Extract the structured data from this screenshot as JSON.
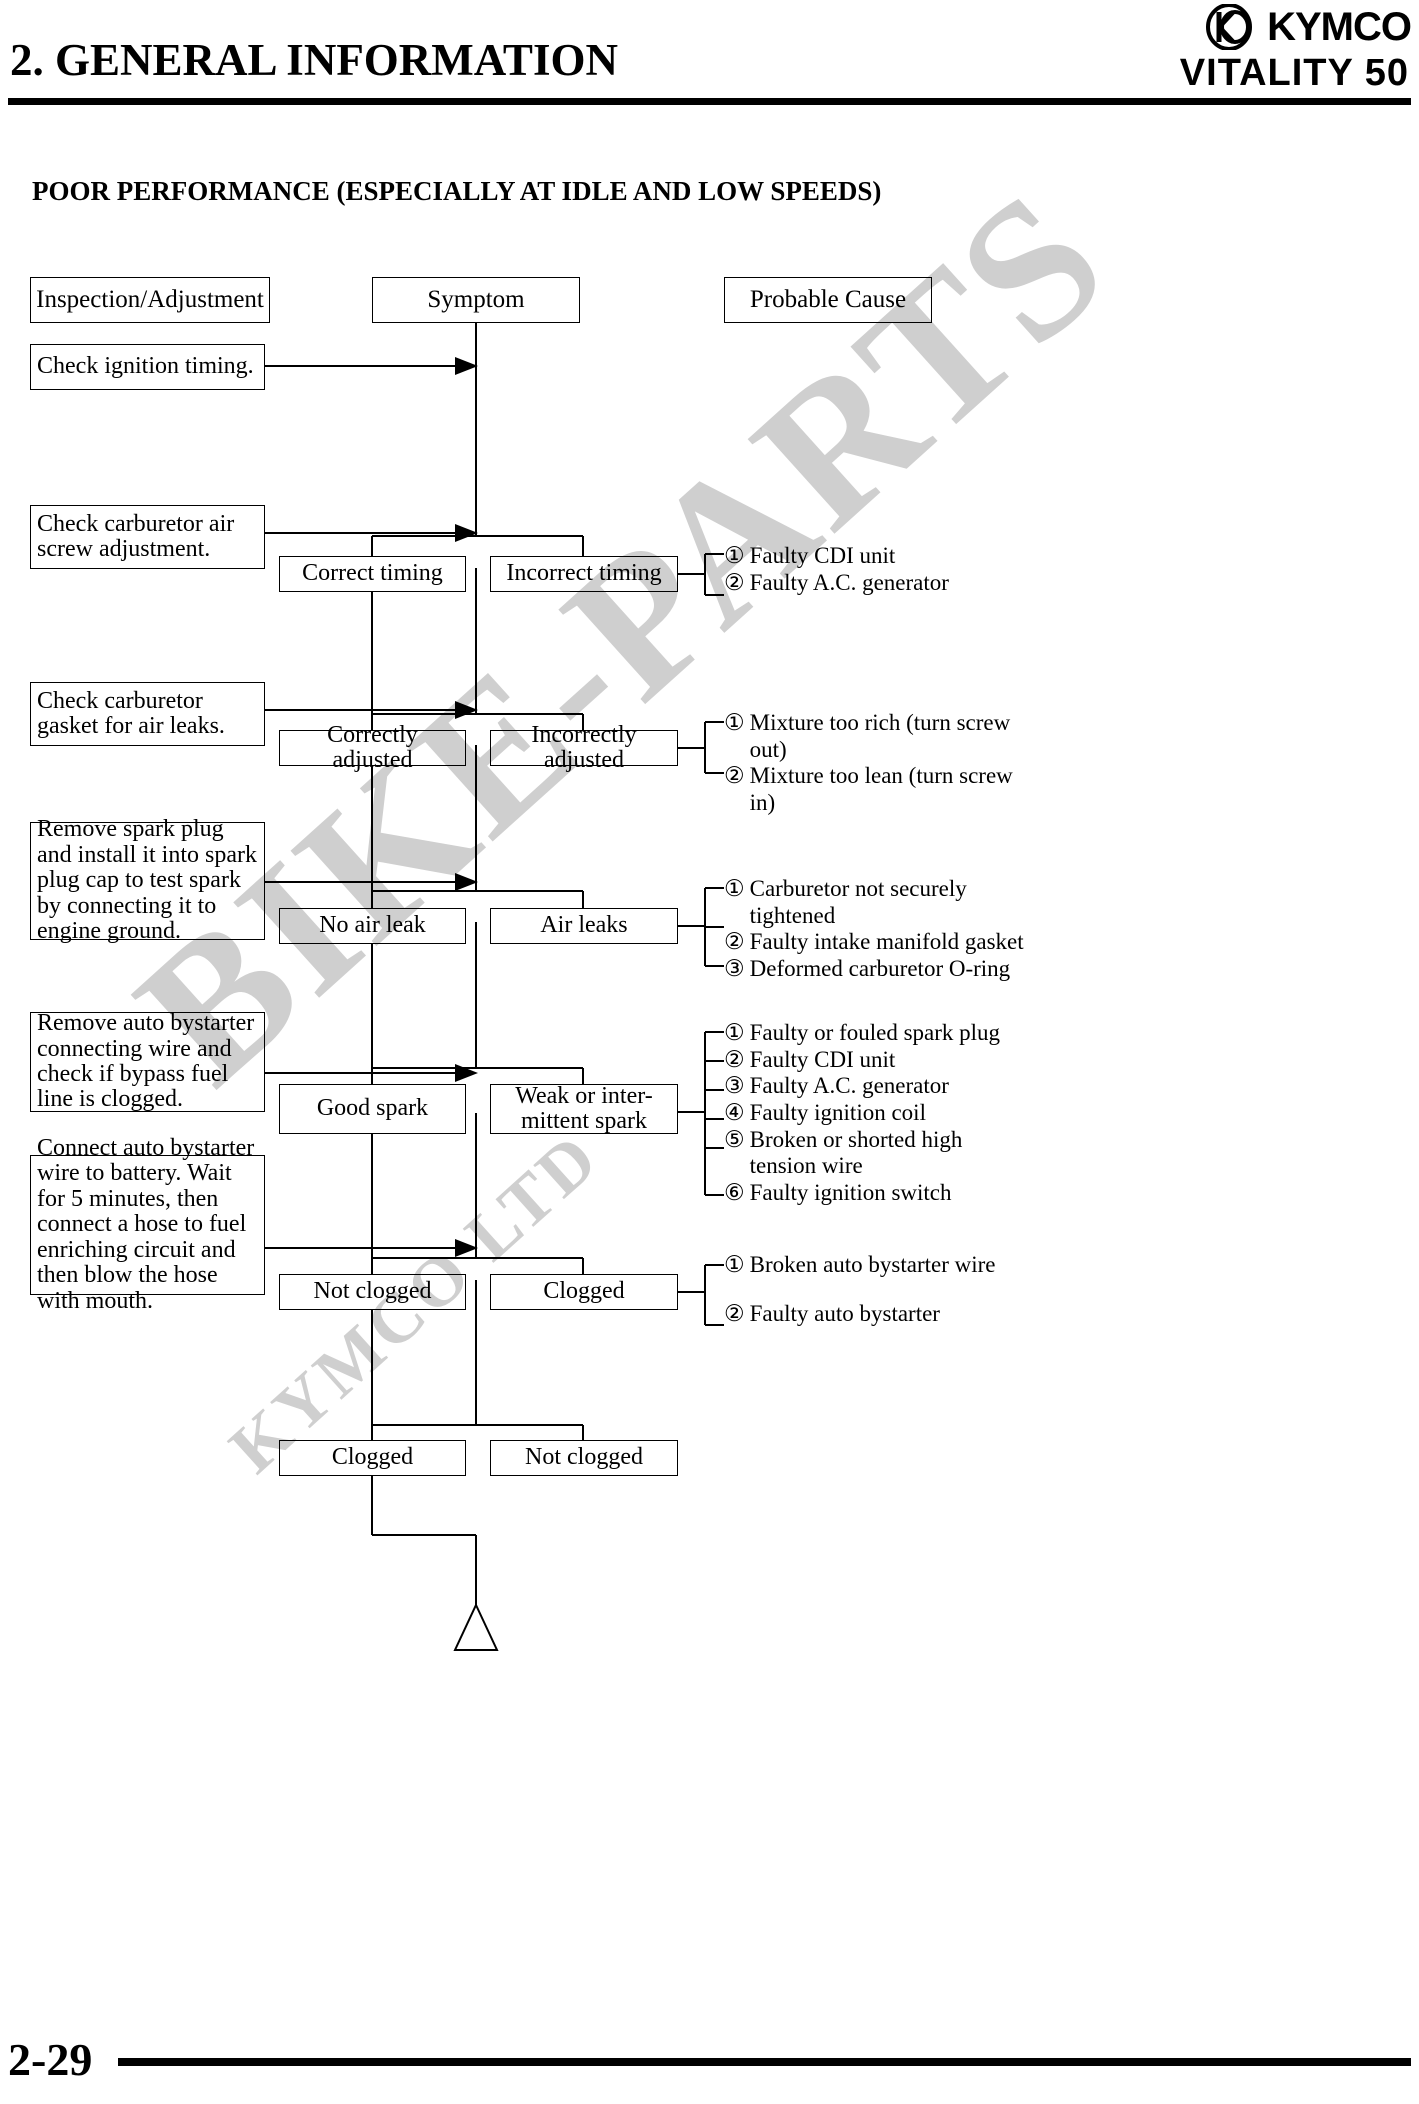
{
  "header": {
    "chapter_number": "2.",
    "chapter_title": "GENERAL INFORMATION",
    "brand": "KYMCO",
    "model": "VITALITY 50",
    "logo_icon": "kymco-logo-icon"
  },
  "section": {
    "heading": "POOR PERFORMANCE (ESPECIALLY AT IDLE AND LOW SPEEDS)"
  },
  "watermark": {
    "main": "BIKE-PARTS",
    "sub": "KYMCO LTD"
  },
  "columns": {
    "inspection": "Inspection/Adjustment",
    "symptom": "Symptom",
    "cause": "Probable Cause"
  },
  "steps": [
    {
      "inspection": "Check ignition timing.",
      "symptom_ok": "Correct timing",
      "symptom_bad": "Incorrect timing",
      "causes": [
        {
          "num": "①",
          "text": "Faulty CDI unit"
        },
        {
          "num": "②",
          "text": "Faulty A.C. generator"
        }
      ]
    },
    {
      "inspection": "Check carburetor air screw adjustment.",
      "symptom_ok": "Correctly adjusted",
      "symptom_bad": "Incorrectly adjusted",
      "causes": [
        {
          "num": "①",
          "text": "Mixture too rich (turn screw out)"
        },
        {
          "num": "②",
          "text": "Mixture too lean (turn screw in)"
        }
      ]
    },
    {
      "inspection": "Check carburetor gasket for air leaks.",
      "symptom_ok": "No air leak",
      "symptom_bad": "Air leaks",
      "causes": [
        {
          "num": "①",
          "text": "Carburetor not securely tightened"
        },
        {
          "num": "②",
          "text": "Faulty intake manifold gasket"
        },
        {
          "num": "③",
          "text": "Deformed carburetor O-ring"
        }
      ]
    },
    {
      "inspection": "Remove spark plug and install it into spark plug cap to test spark by connecting it to engine ground.",
      "symptom_ok": "Good spark",
      "symptom_bad": "Weak or inter-mittent spark",
      "causes": [
        {
          "num": "①",
          "text": "Faulty or fouled spark plug"
        },
        {
          "num": "②",
          "text": "Faulty CDI unit"
        },
        {
          "num": "③",
          "text": "Faulty A.C. generator"
        },
        {
          "num": "④",
          "text": "Faulty ignition coil"
        },
        {
          "num": "⑤",
          "text": "Broken or shorted high tension wire"
        },
        {
          "num": "⑥",
          "text": "Faulty ignition switch"
        }
      ]
    },
    {
      "inspection": "Remove auto bystarter connecting wire and check if bypass fuel line is clogged.",
      "symptom_ok": "Not clogged",
      "symptom_bad": "Clogged",
      "causes": [
        {
          "num": "①",
          "text": "Broken auto bystarter wire"
        },
        {
          "num": "②",
          "text": "Faulty auto bystarter"
        }
      ]
    },
    {
      "inspection": "Connect auto bystarter wire to battery. Wait for 5 minutes, then connect a hose to fuel enriching circuit and then blow the hose with mouth.",
      "symptom_ok": "Clogged",
      "symptom_bad": "Not clogged",
      "causes": []
    }
  ],
  "continuation": {
    "icon": "continuation-triangle-icon"
  },
  "footer": {
    "page_number": "2-29"
  },
  "colors": {
    "ink": "#000000",
    "paper": "#ffffff",
    "watermark": "#cfcfcf"
  }
}
